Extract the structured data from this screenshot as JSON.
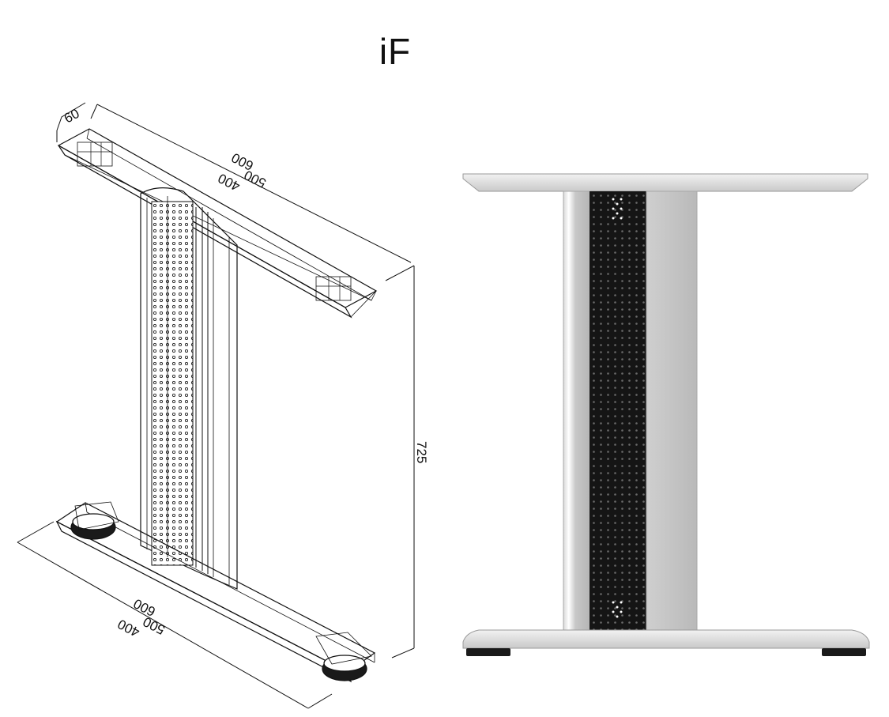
{
  "title": "iF",
  "dimensions": {
    "top_width": "60",
    "top_lengths": [
      "600",
      "500",
      "400"
    ],
    "bottom_lengths": [
      "600",
      "500",
      "400"
    ],
    "height": "725"
  },
  "colors": {
    "line": "#111111",
    "panel_dark": "#151515",
    "metal_light": "#e6e6e6",
    "metal_mid": "#c8c8c8",
    "foot": "#1a1a1a"
  }
}
